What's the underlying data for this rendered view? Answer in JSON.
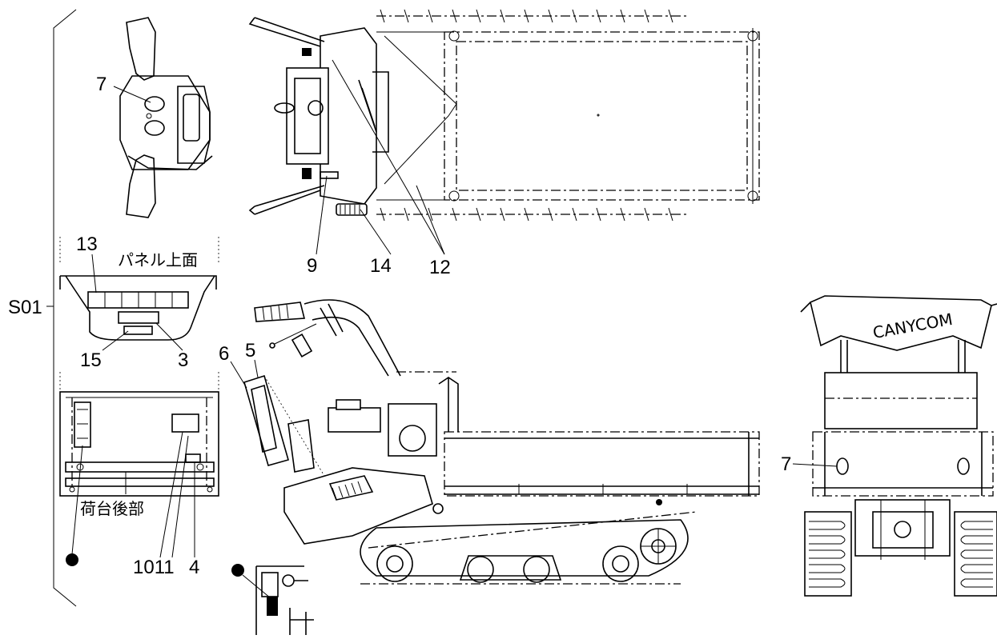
{
  "diagram": {
    "group_label": "S01",
    "labels": {
      "l7_top": "7",
      "l13": "13",
      "panel_top": "パネル上面",
      "l15": "15",
      "l3": "3",
      "l6": "6",
      "l5": "5",
      "rear_bed": "荷台後部",
      "l1011": "1011",
      "l4": "4",
      "l9": "9",
      "l14": "14",
      "l12": "12",
      "l7_right": "7"
    },
    "brand_text": "CANYCOM"
  }
}
